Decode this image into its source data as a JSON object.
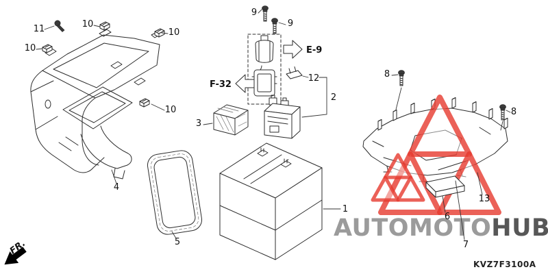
{
  "meta": {
    "diagram_code": "KVZ7F3100A",
    "fr_label": "FR.",
    "line_color": "#2b2b2b"
  },
  "refs": {
    "e9": "E-9",
    "f32": "F-32"
  },
  "callouts": {
    "battery": "1",
    "fuse_box": "2",
    "cushion": "3",
    "battery_box": "4",
    "seal": "5",
    "pad": "6",
    "stay": "7",
    "bolt_flange": "8",
    "bolt_small": "9",
    "clip": "10",
    "screw": "11",
    "fuse": "12",
    "tray": "13"
  },
  "watermark": {
    "part1": "AUTOMOTO",
    "part2": "HUB",
    "logo_color": "#e63a2e",
    "color_primary": "#9b9b9b",
    "color_secondary": "#575757"
  }
}
